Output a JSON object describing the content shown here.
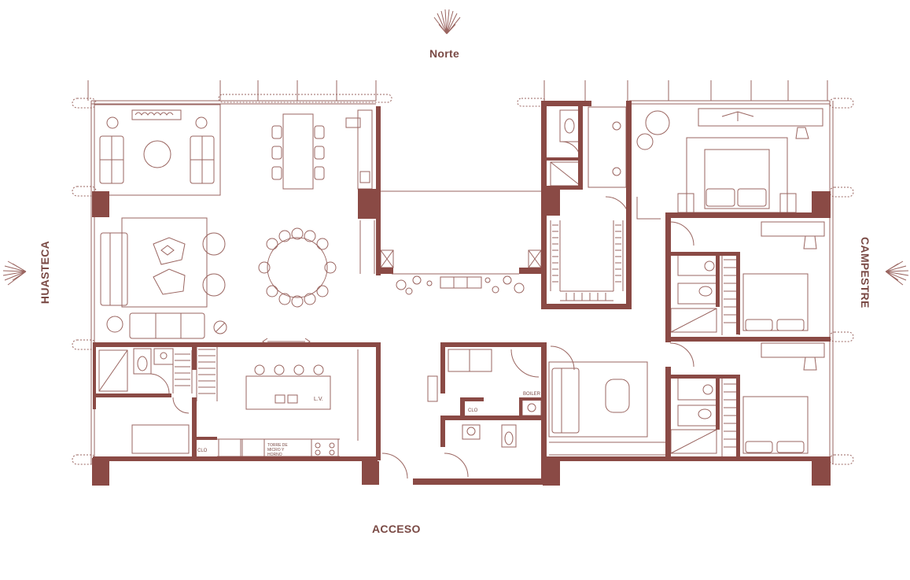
{
  "orientation": {
    "north": "Norte",
    "west": "HUASTECA",
    "east": "CAMPESTRE",
    "south": "ACCESO"
  },
  "room_labels": {
    "laundry": "L.V.",
    "oven_tower": "TORRE DE MICRO Y HORNO",
    "boiler": "BOILER",
    "closet_kitchen": "CLO",
    "closet_service": "CLO"
  },
  "colors": {
    "wall": "#8a4a45",
    "line": "#9a6560",
    "background": "#ffffff"
  }
}
